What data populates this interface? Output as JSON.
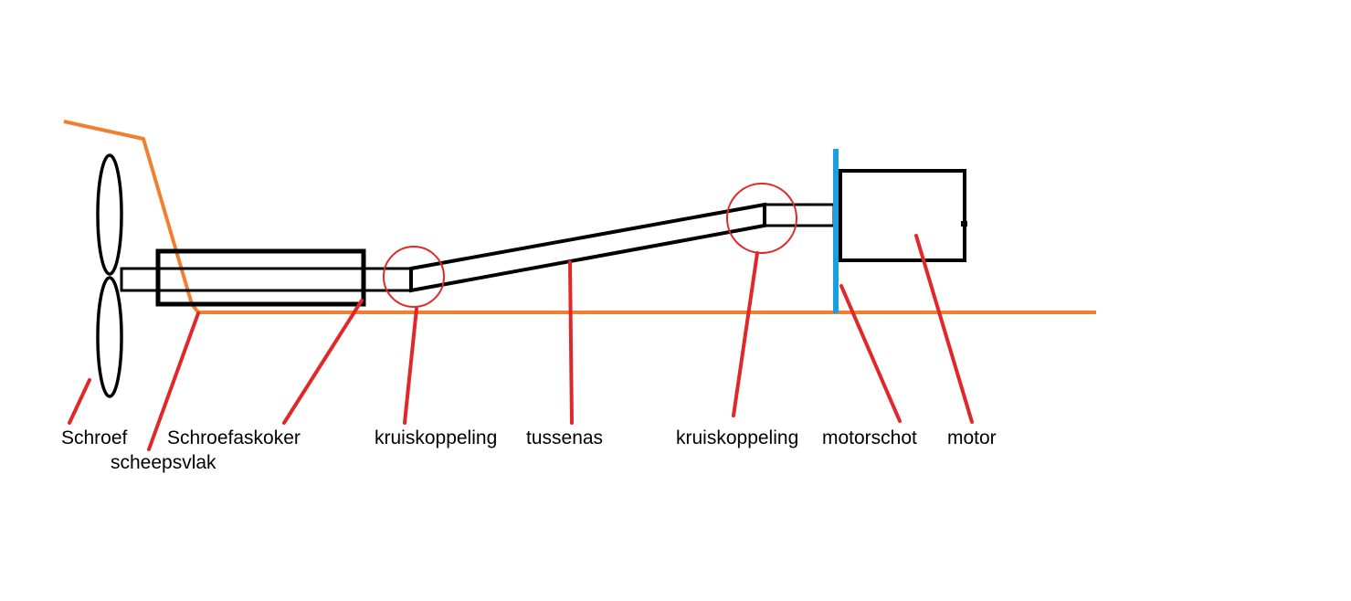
{
  "labels": {
    "schroef": "Schroef",
    "scheepsvlak": "scheepsvlak",
    "schroefaskoker": "Schroefaskoker",
    "kruiskoppeling_1": "kruiskoppeling",
    "tussenas": "tussenas",
    "kruiskoppeling_2": "kruiskoppeling",
    "motorschot": "motorschot",
    "motor": "motor"
  },
  "colors": {
    "hull": "#f08030",
    "bulkhead": "#1aa0e0",
    "leader": "#e02828",
    "outline": "#000000",
    "background": "#ffffff"
  }
}
